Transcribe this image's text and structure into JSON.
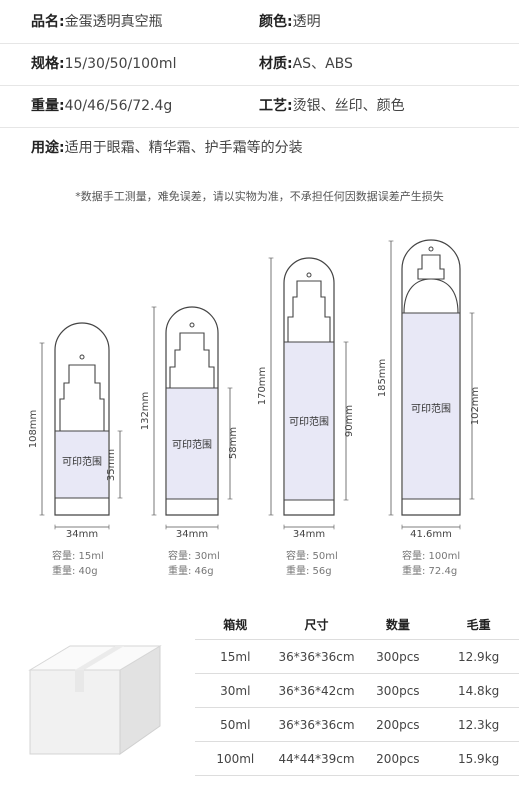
{
  "specs": {
    "name": {
      "label": "品名:",
      "value": "金蛋透明真空瓶"
    },
    "color": {
      "label": "颜色:",
      "value": "透明"
    },
    "size": {
      "label": "规格:",
      "value": "15/30/50/100ml"
    },
    "material": {
      "label": "材质:",
      "value": "AS、ABS"
    },
    "weight": {
      "label": "重量:",
      "value": "40/46/56/72.4g"
    },
    "craft": {
      "label": "工艺:",
      "value": "烫银、丝印、颜色"
    },
    "usage": {
      "label": "用途:",
      "value": "适用于眼霜、精华霜、护手霜等的分装"
    }
  },
  "note": "*数据手工测量，难免误差，请以实物为准，不承担任何因数据误差产生损失",
  "print_area_label": "可印范围",
  "bottles": [
    {
      "height": "108mm",
      "print_height": "35mm",
      "width": "34mm",
      "capacity": "容量: 15ml",
      "weight": "重量: 40g"
    },
    {
      "height": "132mm",
      "print_height": "58mm",
      "width": "34mm",
      "capacity": "容量: 30ml",
      "weight": "重量: 46g"
    },
    {
      "height": "170mm",
      "print_height": "90mm",
      "width": "34mm",
      "capacity": "容量: 50ml",
      "weight": "重量: 56g"
    },
    {
      "height": "185mm",
      "print_height": "102mm",
      "width": "41.6mm",
      "capacity": "容量: 100ml",
      "weight": "重量: 72.4g"
    }
  ],
  "table": {
    "headers": [
      "箱规",
      "尺寸",
      "数量",
      "毛重"
    ],
    "rows": [
      [
        "15ml",
        "36*36*36cm",
        "300pcs",
        "12.9kg"
      ],
      [
        "30ml",
        "36*36*42cm",
        "300pcs",
        "14.8kg"
      ],
      [
        "50ml",
        "36*36*36cm",
        "200pcs",
        "12.3kg"
      ],
      [
        "100ml",
        "44*44*39cm",
        "200pcs",
        "15.9kg"
      ]
    ]
  },
  "colors": {
    "print_area": "#e8e8f6",
    "outline": "#444444"
  }
}
